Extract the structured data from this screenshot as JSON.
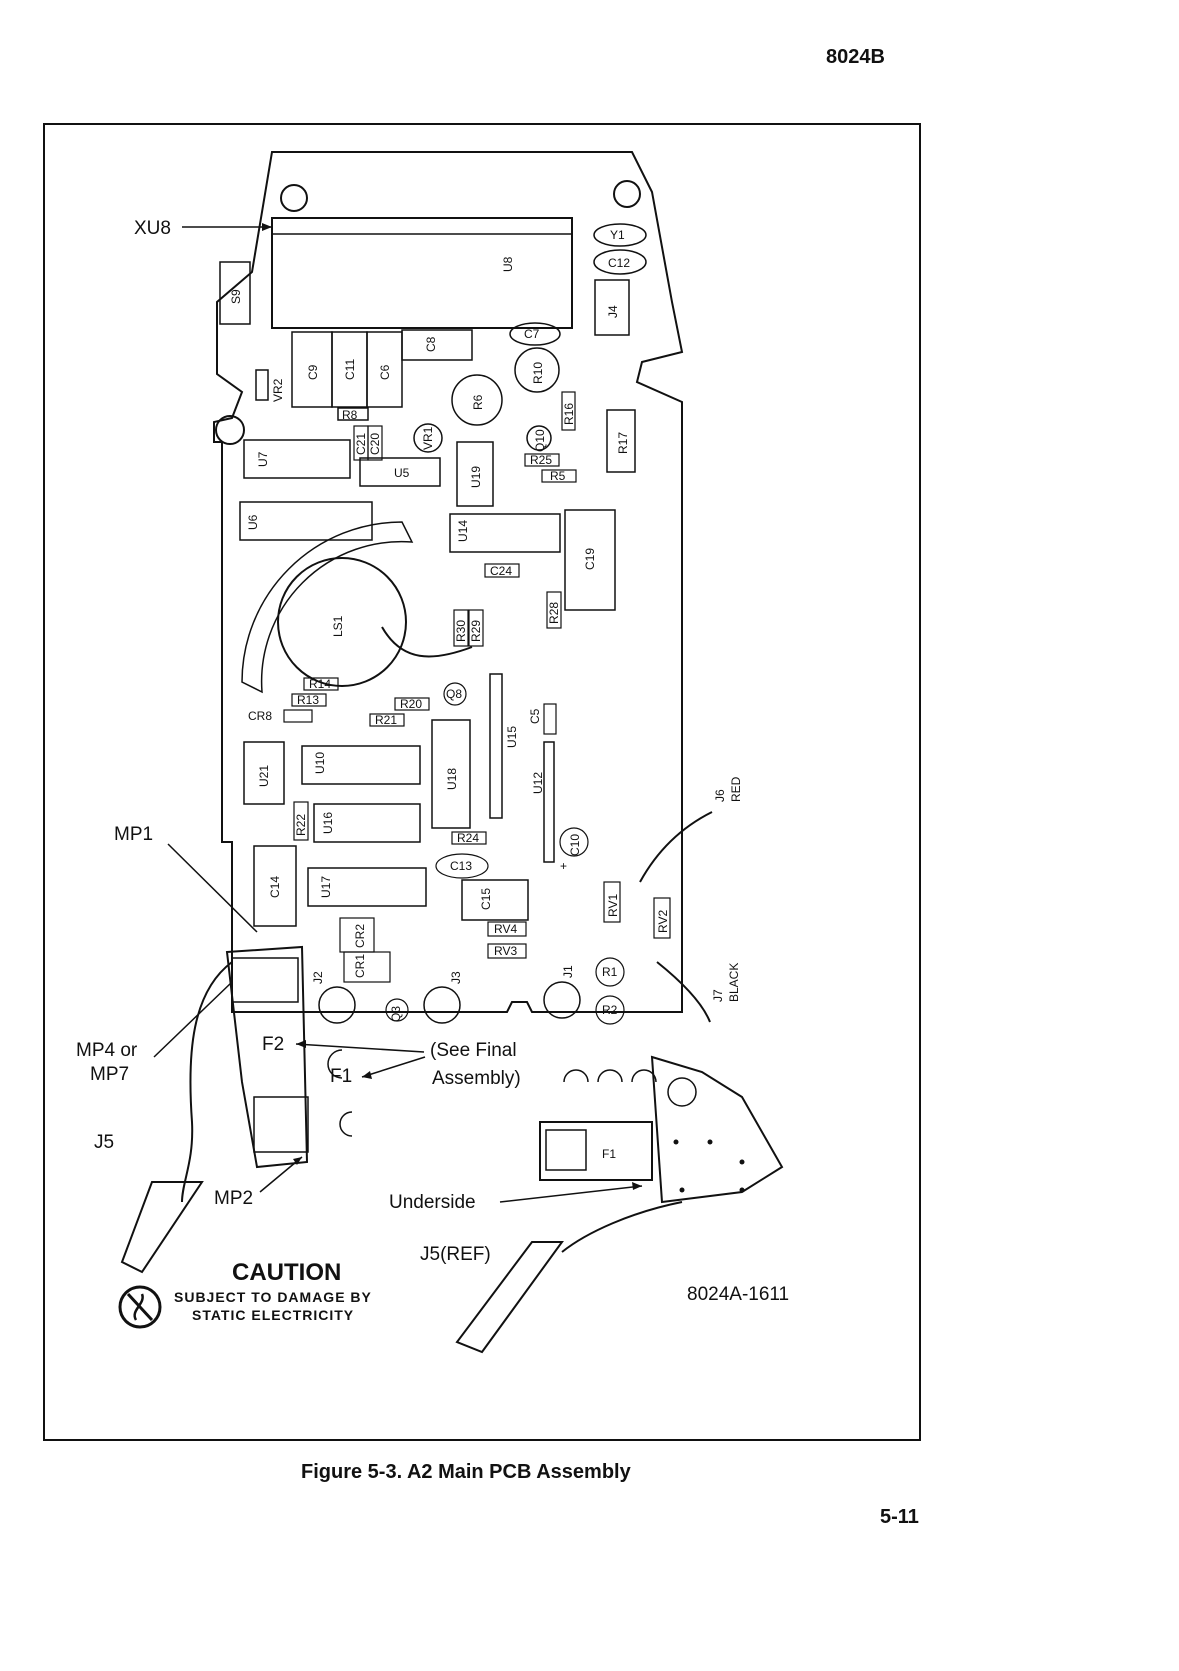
{
  "header": {
    "doc_id": "8024B"
  },
  "footer": {
    "page_number": "5-11"
  },
  "figure": {
    "caption": "Figure 5-3. A2 Main PCB Assembly",
    "drawing_number": "8024A-1611",
    "callouts": {
      "xu8": "XU8",
      "mp1": "MP1",
      "mp4_or": "MP4 or",
      "mp7": "MP7",
      "j5": "J5",
      "mp2": "MP2",
      "f2": "F2",
      "f1": "F1",
      "see_final": "(See Final",
      "assembly": "Assembly)",
      "underside": "Underside",
      "j5_ref": "J5(REF)"
    },
    "caution": {
      "title": "CAUTION",
      "line1": "SUBJECT  TO  DAMAGE BY",
      "line2": "STATIC   ELECTRICITY"
    },
    "components": {
      "u8": "U8",
      "y1": "Y1",
      "c12": "C12",
      "j4": "J4",
      "s9": "S9",
      "c9": "C9",
      "c11": "C11",
      "c6": "C6",
      "c8": "C8",
      "c7": "C7",
      "r10": "R10",
      "r6": "R6",
      "vr2": "VR2",
      "r8": "R8",
      "u7": "U7",
      "c21": "C21",
      "c20": "C20",
      "vr1": "VR1",
      "u5": "U5",
      "u19": "U19",
      "q10": "Q10",
      "r16": "R16",
      "r25": "R25",
      "r5": "R5",
      "r17": "R17",
      "u6": "U6",
      "u14": "U14",
      "c19": "C19",
      "c24": "C24",
      "ls1": "LS1",
      "r30": "R30",
      "r29": "R29",
      "r28": "R28",
      "r14": "R14",
      "r13": "R13",
      "cr8": "CR8",
      "q8": "Q8",
      "r20": "R20",
      "r21": "R21",
      "u15": "U15",
      "c5": "C5",
      "u21": "U21",
      "u10": "U10",
      "u18": "U18",
      "u12": "U12",
      "r22": "R22",
      "u16": "U16",
      "r24": "R24",
      "c10": "C10",
      "c13": "C13",
      "c14": "C14",
      "u17": "U17",
      "c15": "C15",
      "rv1": "RV1",
      "rv2": "RV2",
      "cr2": "CR2",
      "rv4": "RV4",
      "cr1": "CR1",
      "rv3": "RV3",
      "j2": "J2",
      "j3": "J3",
      "j1": "J1",
      "q3": "Q3",
      "r1": "R1",
      "r2": "R2",
      "j6": "J6",
      "red": "RED",
      "j7": "J7",
      "black": "BLACK",
      "f1_under": "F1",
      "plus": "+"
    }
  }
}
